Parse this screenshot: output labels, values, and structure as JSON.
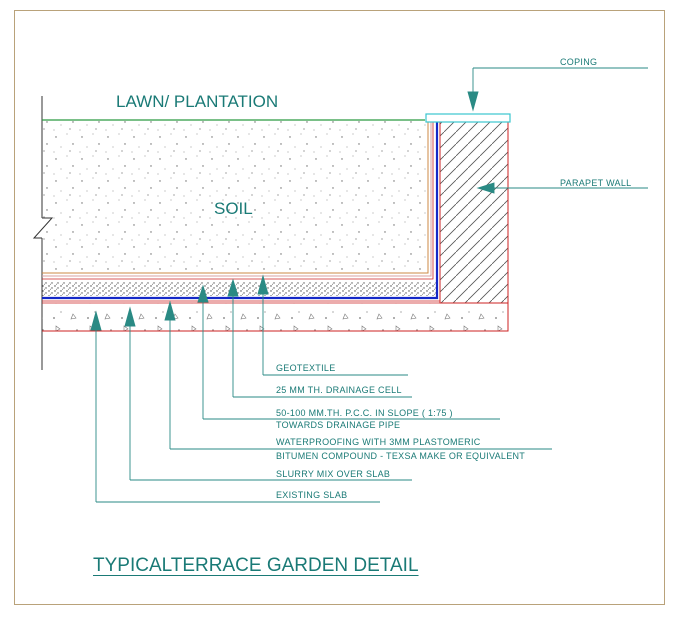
{
  "labels": {
    "lawn": "LAWN/ PLANTATION",
    "soil": "SOIL",
    "coping": "COPING",
    "parapet": "PARAPET WALL",
    "geotextile": "GEOTEXTILE",
    "drainage_cell": "25 MM TH. DRAINAGE CELL",
    "pcc_line1": "50-100 MM.TH. P.C.C. IN SLOPE ( 1:75 )",
    "pcc_line2": "TOWARDS DRAINAGE PIPE",
    "wp_line1": "WATERPROOFING WITH 3MM PLASTOMERIC",
    "wp_line2": "BITUMEN COMPOUND  - TEXSA MAKE OR EQUIVALENT",
    "slurry": "SLURRY MIX OVER  SLAB",
    "slab": "EXISTING SLAB"
  },
  "title": "TYPICALTERRACE GARDEN DETAIL",
  "colors": {
    "label_teal": "#1a7a76",
    "leader": "#2a8a84",
    "outline_red": "#cc2222",
    "waterproof_blue": "#1428c8",
    "lawn_line_green": "#2a9a40",
    "coping_cyan": "#39c6cf",
    "frame": "#b9a27a"
  }
}
